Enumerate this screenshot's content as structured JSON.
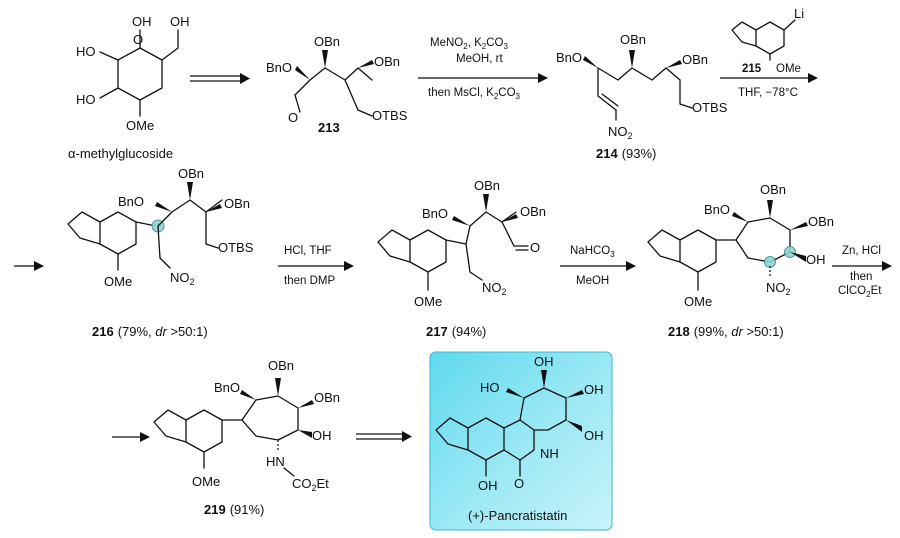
{
  "molecules": {
    "start": {
      "caption": "α-methylglucoside",
      "oh1": "OH",
      "oh2": "OH",
      "oh3": "HO",
      "oh4": "HO",
      "ome": "OMe",
      "o": "O"
    },
    "c213": {
      "number": "213",
      "obn_top": "OBn",
      "obn_left": "BnO",
      "obn_right": "OBn",
      "aldehyde_o": "O",
      "otbs": "OTBS"
    },
    "c214": {
      "number": "214",
      "yield": "(93%)",
      "obn_top": "OBn",
      "obn_left": "BnO",
      "obn_right": "OBn",
      "no2": "NO",
      "otbs": "OTBS"
    },
    "c215": {
      "number": "215",
      "li": "Li",
      "ome": "OMe"
    },
    "c216": {
      "number": "216",
      "yield_pre": "(79%, ",
      "dr": "dr",
      "yield_post": " >50:1)",
      "obn_top": "OBn",
      "obn_left": "BnO",
      "obn_right": "OBn",
      "otbs": "OTBS",
      "no2": "NO",
      "ome": "OMe"
    },
    "c217": {
      "number": "217",
      "yield": "(94%)",
      "obn_top": "OBn",
      "obn_left": "BnO",
      "obn_right": "OBn",
      "aldehyde_o": "O",
      "no2": "NO",
      "ome": "OMe"
    },
    "c218": {
      "number": "218",
      "yield_pre": "(99%, ",
      "dr": "dr",
      "yield_post": " >50:1)",
      "obn_top": "OBn",
      "obn_left": "BnO",
      "obn_right": "OBn",
      "oh": "OH",
      "no2": "NO",
      "ome": "OMe"
    },
    "c219": {
      "number": "219",
      "yield": "(91%)",
      "obn_top": "OBn",
      "obn_left": "BnO",
      "obn_right": "OBn",
      "oh": "OH",
      "hn": "HN",
      "co2et": "CO",
      "et": "Et",
      "ome": "OMe"
    },
    "product": {
      "name": "(+)-Pancratistatin",
      "ho_a": "HO",
      "oh_b": "OH",
      "oh_c": "OH",
      "oh_d": "OH",
      "nh": "NH",
      "oh_e": "OH",
      "o": "O",
      "highlight": "#47cde6"
    }
  },
  "reagents": {
    "r1_line1": "MeNO",
    "r1_line1_tail": ", K",
    "r1_line1_end": "CO",
    "r1_line2": "MeOH, rt",
    "r1_line3": "then MsCl, K",
    "r1_line3_end": "CO",
    "r2_label": "215",
    "r2_cond": "THF, −78°C",
    "r3_line1": "HCl, THF",
    "r3_line2": "then DMP",
    "r4_line1": "NaHCO",
    "r4_line2": "MeOH",
    "r5_line1": "Zn, HCl",
    "r5_line2": "then",
    "r5_line3": "ClCO",
    "r5_line3_end": "Et",
    "sub2": "2",
    "sub3": "3"
  }
}
